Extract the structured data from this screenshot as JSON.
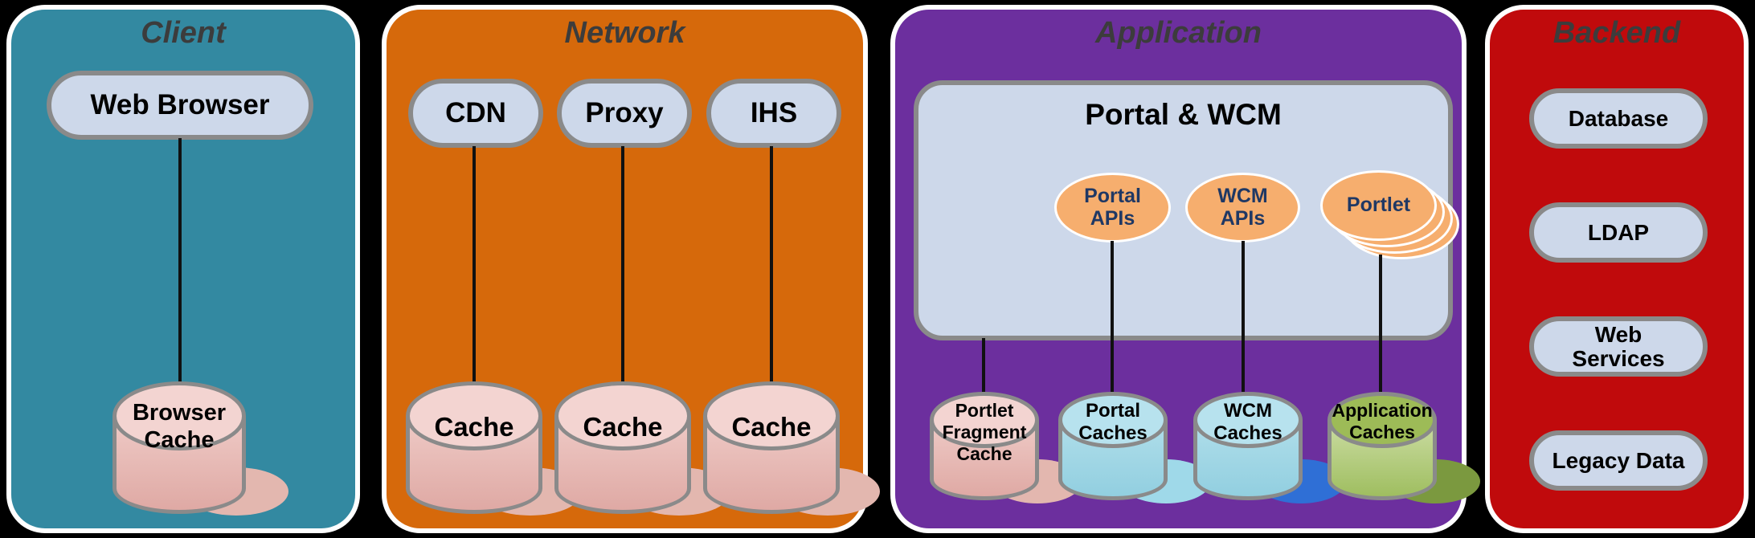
{
  "colors": {
    "background": "#000000",
    "client-panel": "#3389A1",
    "network-panel": "#D6690B",
    "application-panel": "#6C2F9E",
    "backend-panel": "#C00A0C",
    "panel-outline": "#FFFFFF",
    "node-fill": "#CDD8EA",
    "node-border": "#8A8A8A",
    "title-text": "#3C3C3C",
    "navy-text": "#1F3864",
    "connector": "#111111",
    "ellipse-fill": "#F6AE6E",
    "pink-top": "#F3D4D1",
    "pink-body1": "#EFCBC7",
    "pink-body2": "#DFA9A4",
    "pink-shadow": "#E3B7AF",
    "blue-top": "#B7E2EE",
    "blue-body1": "#B0DEEA",
    "blue-body2": "#92CFE0",
    "blue-shadow": "#9FD9E9",
    "wcm-shadow": "#2F6FD6",
    "green-top": "#9DBB57",
    "green-body1": "#CCDDA4",
    "green-body2": "#9FBE60",
    "green-shadow": "#7B993F"
  },
  "client": {
    "title": "Client",
    "browser_label": "Web Browser",
    "cache_label": "Browser Cache"
  },
  "network": {
    "title": "Network",
    "nodes": [
      "CDN",
      "Proxy",
      "IHS"
    ],
    "caches": [
      "Cache",
      "Cache",
      "Cache"
    ]
  },
  "application": {
    "title": "Application",
    "container_label": "Portal & WCM",
    "ellipses": [
      "Portal APIs",
      "WCM APIs",
      "Portlet"
    ],
    "caches": [
      "Portlet Fragment Cache",
      "Portal Caches",
      "WCM Caches",
      "Application Caches"
    ]
  },
  "backend": {
    "title": "Backend",
    "services": [
      "Database",
      "LDAP",
      "Web Services",
      "Legacy Data"
    ]
  }
}
